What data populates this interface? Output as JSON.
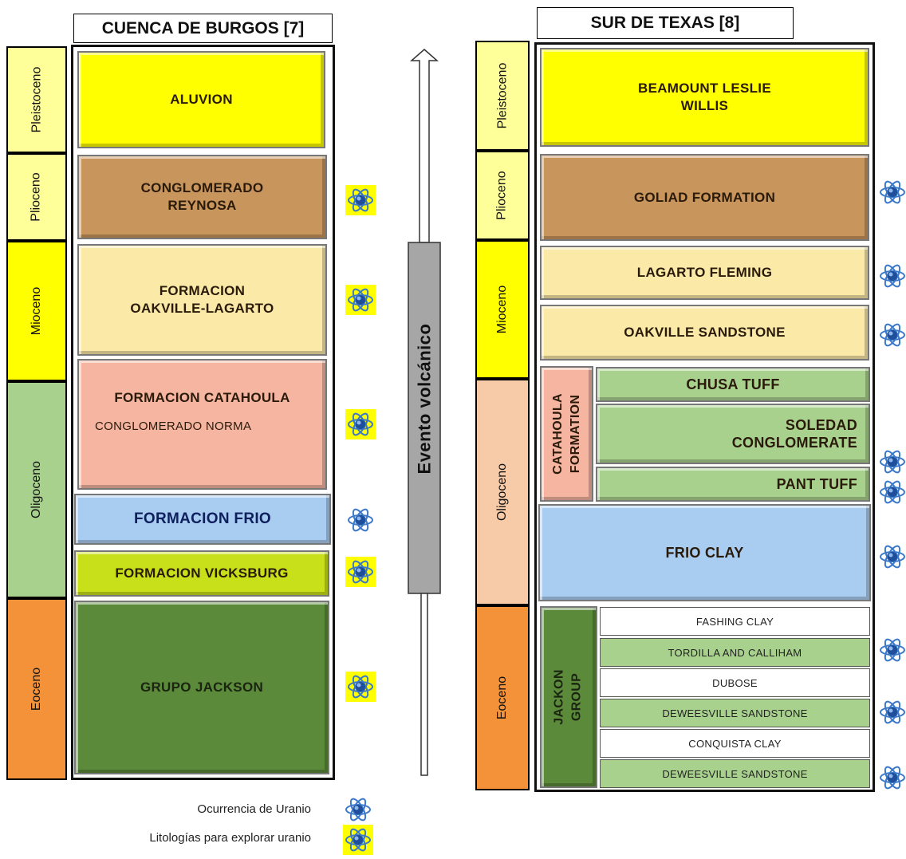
{
  "left_column": {
    "title": "CUENCA DE BURGOS [7]",
    "epochs": [
      {
        "label": "Pleistoceno",
        "color": "#ffff99"
      },
      {
        "label": "Plioceno",
        "color": "#ffff99"
      },
      {
        "label": "Mioceno",
        "color": "#ffff00"
      },
      {
        "label": "Oligoceno",
        "color": "#a9d18e"
      },
      {
        "label": "Eoceno",
        "color": "#f4923a"
      }
    ],
    "formations": [
      {
        "lines": [
          "ALUVION"
        ],
        "color": "#ffff00",
        "icon": "uranium-atom-icon",
        "highlight": false
      },
      {
        "lines": [
          "CONGLOMERADO",
          "REYNOSA"
        ],
        "color": "#c8955c",
        "icon": "uranium-atom-icon",
        "highlight": true
      },
      {
        "lines": [
          "FORMACION",
          "OAKVILLE-LAGARTO"
        ],
        "color": "#fbe9a8",
        "icon": "uranium-atom-icon",
        "highlight": true
      },
      {
        "lines": [
          "FORMACION CATAHOULA"
        ],
        "sub": "CONGLOMERADO  NORMA",
        "color": "#f5b5a0",
        "icon": "uranium-atom-icon",
        "highlight": true
      },
      {
        "lines": [
          "FORMACION FRIO"
        ],
        "color": "#a9cdf1",
        "icon": "uranium-atom-icon",
        "highlight": false
      },
      {
        "lines": [
          "FORMACION VICKSBURG"
        ],
        "color": "#c8e01a",
        "icon": "uranium-atom-icon",
        "highlight": true
      },
      {
        "lines": [
          "GRUPO JACKSON"
        ],
        "color": "#5b8a3a",
        "icon": "uranium-atom-icon",
        "highlight": true
      }
    ]
  },
  "arrow": {
    "label": "Evento volcánico",
    "color": "#a6a6a6"
  },
  "right_column": {
    "title": "SUR DE TEXAS [8]",
    "epochs": [
      {
        "label": "Pleistoceno",
        "color": "#ffff99"
      },
      {
        "label": "Plioceno",
        "color": "#ffff99"
      },
      {
        "label": "Mioceno",
        "color": "#ffff00"
      },
      {
        "label": "Oligoceno",
        "color": "#f8cba8"
      },
      {
        "label": "Eoceno",
        "color": "#f4923a"
      }
    ],
    "formations": [
      {
        "lines": [
          "BEAMOUNT LESLIE",
          "WILLIS"
        ],
        "color": "#ffff00"
      },
      {
        "lines": [
          "GOLIAD FORMATION"
        ],
        "color": "#c8955c"
      },
      {
        "lines": [
          "LAGARTO FLEMING"
        ],
        "color": "#fbe9a8"
      },
      {
        "lines": [
          "OAKVILLE SANDSTONE"
        ],
        "color": "#fbe9a8"
      }
    ],
    "catahoula": {
      "lines": [
        "CATAHOULA",
        "FORMATION"
      ],
      "color": "#f5b5a0"
    },
    "catahoula_members": [
      {
        "lines": [
          "CHUSA  TUFF"
        ],
        "color": "#a9d18e",
        "align": "center"
      },
      {
        "lines": [
          "SOLEDAD",
          "CONGLOMERATE"
        ],
        "color": "#a9d18e",
        "align": "right"
      },
      {
        "lines": [
          "PANT TUFF"
        ],
        "color": "#a9d18e",
        "align": "right"
      }
    ],
    "frio": {
      "lines": [
        "FRIO CLAY"
      ],
      "color": "#a9cdf1"
    },
    "jackson": {
      "lines": [
        "JACKON",
        "GROUP"
      ],
      "color": "#5b8a3a"
    },
    "jackson_members": [
      {
        "label": "FASHING CLAY",
        "color": "#ffffff"
      },
      {
        "label": "TORDILLA AND CALLIHAM",
        "color": "#a9d18e"
      },
      {
        "label": "DUBOSE",
        "color": "#ffffff"
      },
      {
        "label": "DEWEESVILLE SANDSTONE",
        "color": "#a9d18e"
      },
      {
        "label": "CONQUISTA CLAY",
        "color": "#ffffff"
      },
      {
        "label": "DEWEESVILLE SANDSTONE",
        "color": "#a9d18e"
      }
    ],
    "icons": [
      "uranium-atom-icon",
      "uranium-atom-icon",
      "uranium-atom-icon",
      "uranium-atom-icon",
      "uranium-atom-icon",
      "uranium-atom-icon",
      "uranium-atom-icon",
      "uranium-atom-icon",
      "uranium-atom-icon"
    ]
  },
  "legend": {
    "occurrence_label": "Ocurrencia de Uranio",
    "explore_label": "Litologías para explorar uranio",
    "highlight_color": "#ffff00"
  }
}
